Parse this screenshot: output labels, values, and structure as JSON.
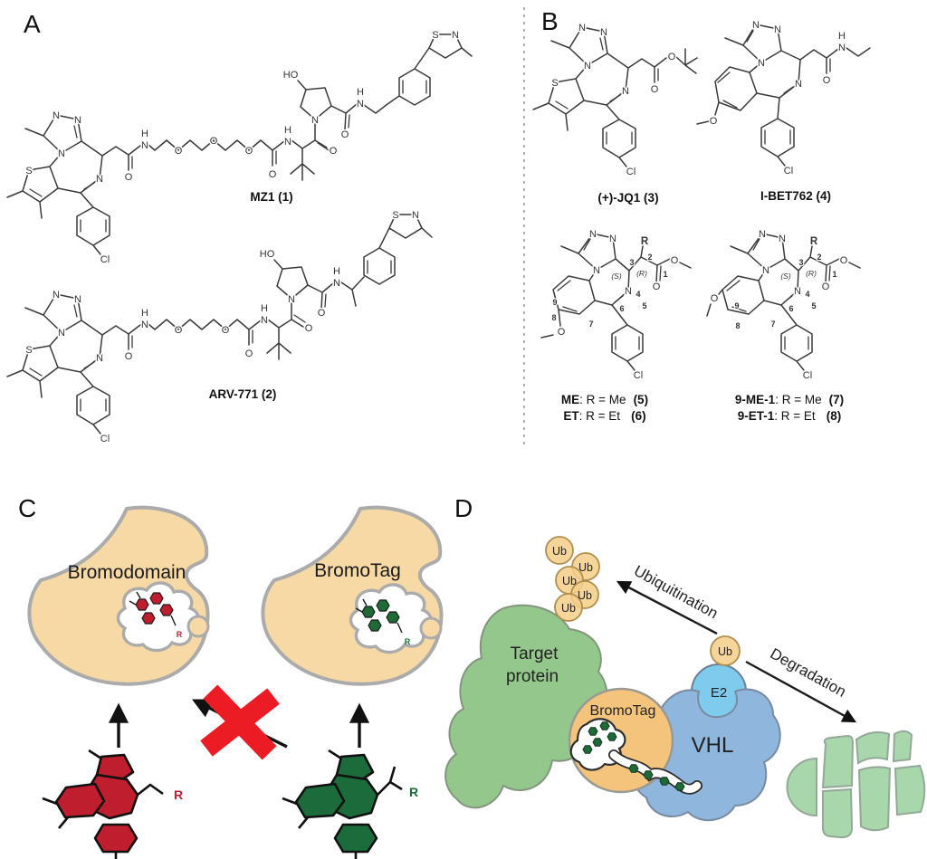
{
  "panels": {
    "a": "A",
    "b": "B",
    "c": "C",
    "d": "D"
  },
  "colors": {
    "protein_tan": "#F6D9A5",
    "outline_gray": "#ABABAB",
    "ligand_red": "#BE1E2D",
    "ligand_green": "#1B6B3B",
    "cross_red": "#EC1C24",
    "target_green": "#93C78B",
    "bromotag_orange": "#F4C47D",
    "vhl_blue": "#8FB6DC",
    "e2_blue": "#7ECBEE",
    "ub_tan": "#F5CE8A",
    "fragment_green": "#A8D7AC",
    "bond_gray": "#3A3A3A"
  },
  "panelA": {
    "mz1": {
      "name": "MZ1  (1)",
      "atoms": [
        "N",
        "N",
        "N",
        "N",
        "S",
        "Cl",
        "O",
        "N",
        "H",
        "O",
        "O",
        "O",
        "O",
        "N",
        "H",
        "O",
        "N",
        "HO",
        "O",
        "N",
        "H",
        "S",
        "N"
      ]
    },
    "arv": {
      "name": "ARV-771  (2)",
      "atoms": [
        "N",
        "N",
        "N",
        "N",
        "S",
        "Cl",
        "O",
        "N",
        "H",
        "O",
        "O",
        "O",
        "N",
        "H",
        "O",
        "N",
        "HO",
        "O",
        "N",
        "H",
        "S",
        "N"
      ]
    }
  },
  "panelB": {
    "jq1": {
      "name": "(+)-JQ1  (3)",
      "atoms": [
        "N",
        "N",
        "N",
        "N",
        "S",
        "Cl",
        "O",
        "O"
      ]
    },
    "ibet": {
      "name": "I-BET762  (4)",
      "atoms": [
        "N",
        "N",
        "N",
        "N",
        "O",
        "Cl",
        "O",
        "N",
        "H"
      ]
    },
    "me": {
      "line1_name": "ME",
      "line1_mid": ": R = Me",
      "line1_num": "(5)",
      "line2_name": "ET",
      "line2_mid": ": R = Et",
      "line2_num": "(6)",
      "atoms": [
        "N",
        "N",
        "N",
        "N",
        "4",
        "5",
        "6",
        "7",
        "8",
        "9",
        "O",
        "O",
        "O",
        "Cl",
        "R",
        "1",
        "2",
        "3",
        "(R)",
        "(S)"
      ]
    },
    "nine": {
      "line1_name": "9-ME-1",
      "line1_mid": ": R = Me",
      "line1_num": "(7)",
      "line2_name": "9-ET-1",
      "line2_mid": ": R = Et",
      "line2_num": "(8)",
      "atoms": [
        "N",
        "N",
        "N",
        "N",
        "4",
        "5",
        "6",
        "7",
        "8",
        "9",
        "O",
        "O",
        "O",
        "Cl",
        "R",
        "1",
        "2",
        "3",
        "(R)",
        "(S)"
      ]
    }
  },
  "panelC": {
    "left_protein": "Bromodomain",
    "right_protein": "BromoTag",
    "pocket_r_red": "R",
    "pocket_r_green": "R",
    "r_red": "R",
    "r_green": "R"
  },
  "panelD": {
    "target_line1": "Target",
    "target_line2": "protein",
    "bromotag": "BromoTag",
    "vhl": "VHL",
    "e2": "E2",
    "ub": "Ub",
    "ubiquitination": "Ubiquitination",
    "degradation": "Degradation"
  }
}
